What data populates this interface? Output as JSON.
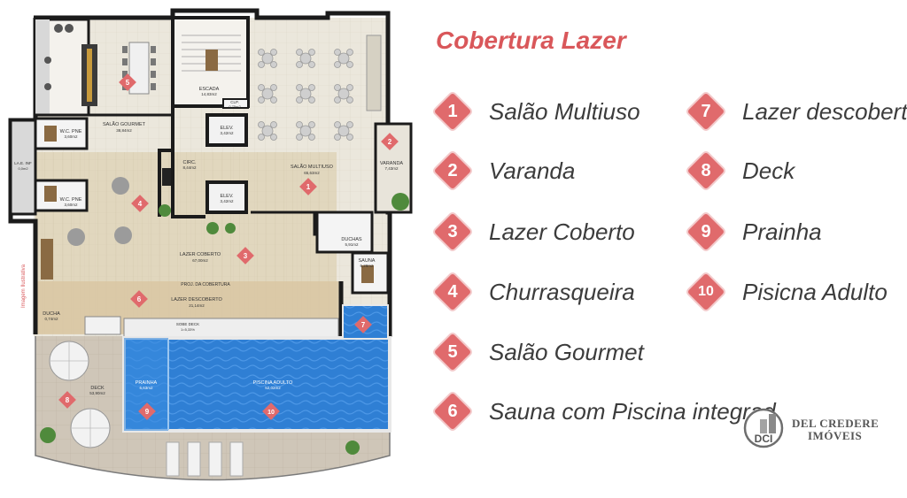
{
  "title": "Cobertura Lazer",
  "legend": [
    {
      "num": "1",
      "label": "Salão Multiuso"
    },
    {
      "num": "2",
      "label": "Varanda"
    },
    {
      "num": "3",
      "label": "Lazer Coberto"
    },
    {
      "num": "4",
      "label": "Churrasqueira"
    },
    {
      "num": "5",
      "label": "Salão Gourmet"
    },
    {
      "num": "6",
      "label": "Sauna com Piscina integrad"
    },
    {
      "num": "7",
      "label": "Lazer descoberto"
    },
    {
      "num": "8",
      "label": "Deck"
    },
    {
      "num": "9",
      "label": "Prainha"
    },
    {
      "num": "10",
      "label": "Pisicna Adulto"
    }
  ],
  "plan": {
    "watermark": "Imagem Ilustrativa",
    "rooms": {
      "salao_gourmet": {
        "name": "SALÃO GOURMET",
        "area": "38,84m2"
      },
      "escada": {
        "name": "ESCADA",
        "area": "14,83m2"
      },
      "clp": {
        "name": "CLP.",
        "area": "0,75m2"
      },
      "salao_multiuso": {
        "name": "SALÃO MULTIUSO",
        "area": "65,63m2"
      },
      "wc1": {
        "name": "W.C. PNE",
        "area": "3,60m2"
      },
      "wc2": {
        "name": "W.C. PNE",
        "area": "3,60m2"
      },
      "lae": {
        "name": "LA.E. INF",
        "area": "0,0m2"
      },
      "elev1": {
        "name": "ELEV.",
        "area": "3,42m2"
      },
      "elev2": {
        "name": "ELEV.",
        "area": "3,42m2"
      },
      "circ": {
        "name": "CIRC.",
        "area": "8,44m2"
      },
      "varanda": {
        "name": "VARANDA",
        "area": "7,43m2"
      },
      "duchas": {
        "name": "DUCHAS",
        "area": "5,91m2"
      },
      "sauna": {
        "name": "SAUNA",
        "area": "6,28m2"
      },
      "lazer_coberto": {
        "name": "LAZER COBERTO",
        "area": "67,00m2"
      },
      "proj": {
        "name": "PROJ. DA COBERTURA"
      },
      "lazer_descoberto": {
        "name": "LAZER DESCOBERTO",
        "area": "21,14m2"
      },
      "ducha": {
        "name": "DUCHA",
        "area": "0,74m2"
      },
      "sobe_deck": {
        "name": "SOBE DECK",
        "area": "1=5,33%"
      },
      "prainha": {
        "name": "PRAINHA",
        "area": "6,63m2"
      },
      "piscina_adulto": {
        "name": "PISCINA ADULTO",
        "area": "52,02m2"
      },
      "deck": {
        "name": "DECK",
        "area": "53,90m2"
      }
    },
    "markers": [
      "1",
      "2",
      "3",
      "4",
      "5",
      "6",
      "7",
      "8",
      "9",
      "10"
    ]
  },
  "logo": {
    "mark": "DCI",
    "line1": "DEL CREDERE",
    "line2": "IMÓVEIS"
  },
  "colors": {
    "accent": "#d9575a",
    "badge": "#e06a6c",
    "pool": "#2f7fd4",
    "wall": "#1b1b1b",
    "floor": "#e9e4d6",
    "deck": "#c9c0b1"
  }
}
